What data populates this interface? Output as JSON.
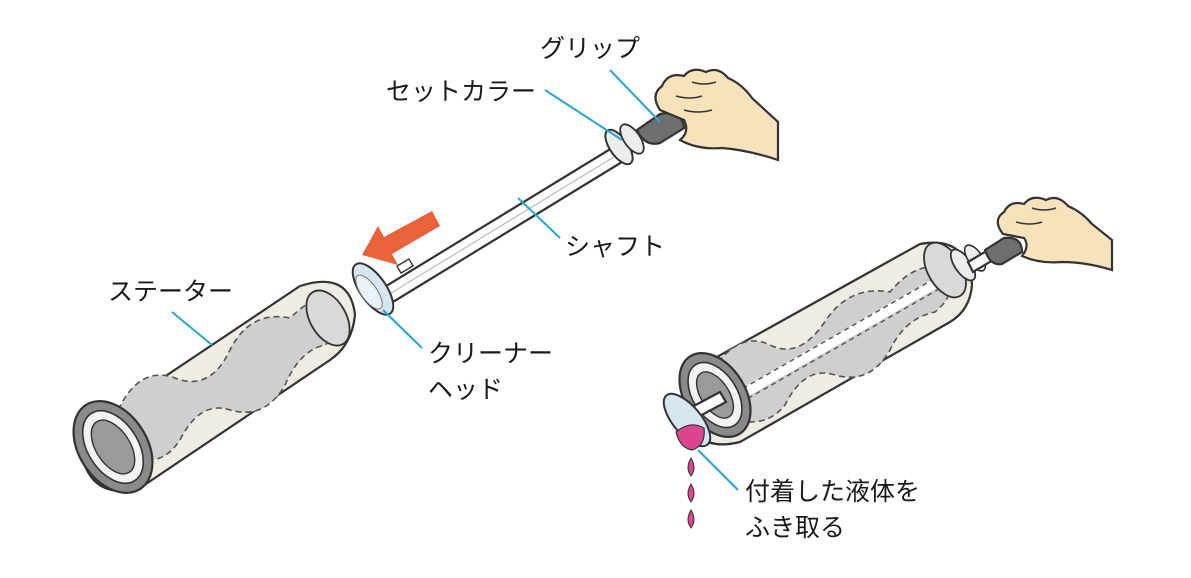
{
  "labels": {
    "grip": "グリップ",
    "set_collar": "セットカラー",
    "shaft": "シャフト",
    "stator": "ステーター",
    "cleaner_head_line1": "クリーナー",
    "cleaner_head_line2": "ヘッド",
    "wipe_line1": "付着した液体を",
    "wipe_line2": "ふき取る"
  },
  "colors": {
    "leader": "#2aa3d8",
    "arrow": "#e8623a",
    "tube_fill": "#efece4",
    "tube_inner": "#c8c8c8",
    "skin": "#f8e2bc",
    "grip": "#6f6f6f",
    "head": "#d6e6f0",
    "liquid": "#d9468f"
  },
  "icons": {
    "arrow": "arrow-left-down-icon",
    "hand": "hand-icon"
  }
}
